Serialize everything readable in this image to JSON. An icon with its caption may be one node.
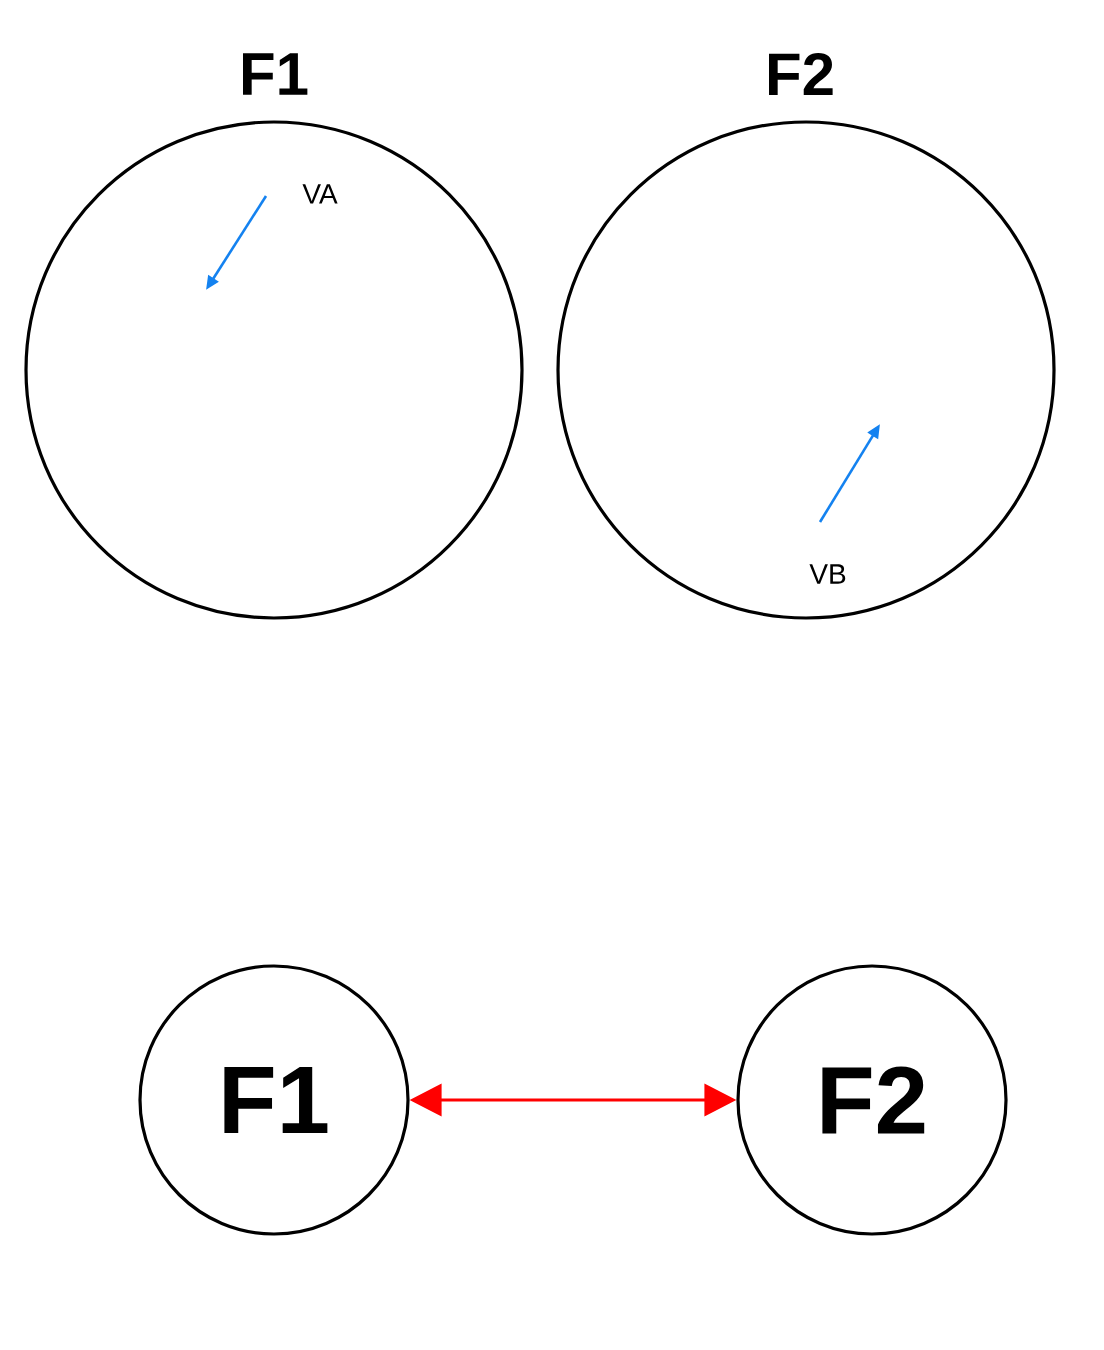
{
  "diagram": {
    "nodes": [
      {
        "text": [
          "F1"
        ]
      },
      {
        "text": [
          "F2"
        ]
      },
      {
        "text": [
          "F1"
        ]
      },
      {
        "text": [
          "F2"
        ]
      }
    ],
    "edges": [
      {
        "from": 2,
        "to": 3,
        "arrow": "both",
        "color": "#ff0000"
      }
    ],
    "labels": [
      "VA",
      "VB"
    ]
  }
}
